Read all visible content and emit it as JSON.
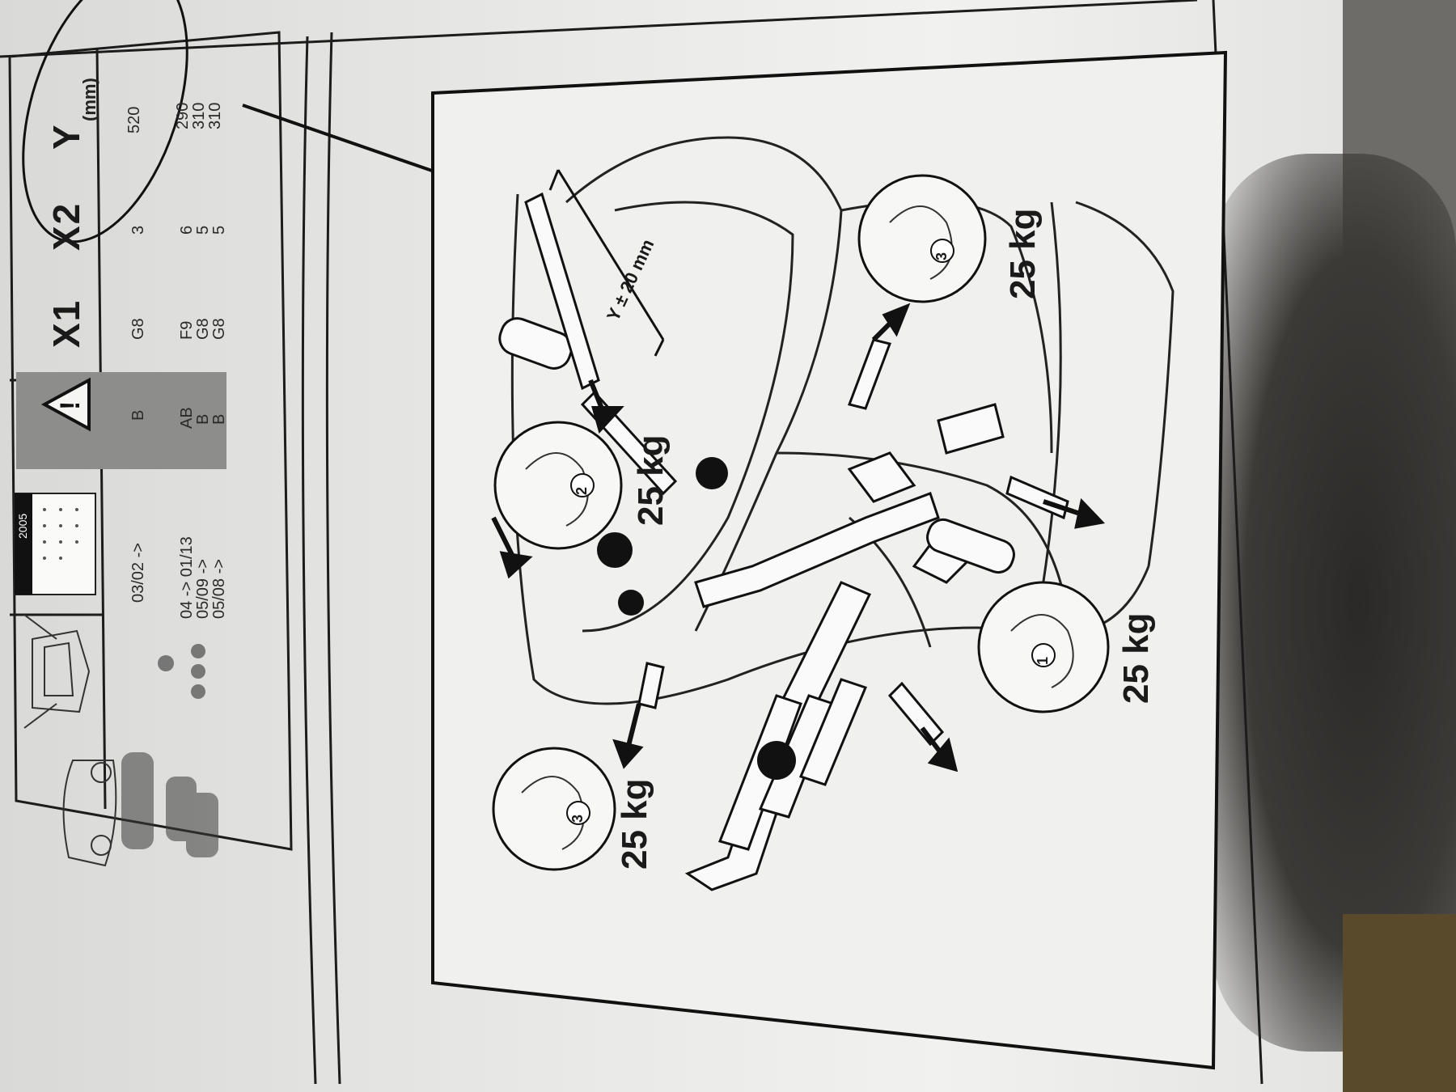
{
  "table": {
    "headers": {
      "x1": "X1",
      "x2": "X2",
      "y": "Y",
      "y_unit": "(mm)"
    },
    "calendar_year": "2005",
    "rows": [
      {
        "date": "03/02 ->",
        "code": "B",
        "x1": "G8",
        "x2": "3",
        "y": "520"
      },
      {
        "date": "04 -> 01/13",
        "code": "AB",
        "x1": "F9",
        "x2": "6",
        "y": "290"
      },
      {
        "date": "05/09 ->",
        "code": "B",
        "x1": "G8",
        "x2": "5",
        "y": "310"
      },
      {
        "date": "05/08 ->",
        "code": "B",
        "x1": "G8",
        "x2": "5",
        "y": "310"
      }
    ]
  },
  "diagram": {
    "measure_label": "Y ± 20 mm",
    "straps": [
      {
        "number": "1",
        "load": "25 kg"
      },
      {
        "number": "2",
        "load": "25 kg"
      },
      {
        "number": "3",
        "load": "25 kg"
      },
      {
        "number": "3",
        "load": "25 kg"
      }
    ]
  },
  "colors": {
    "ink": "#1a1a1a",
    "paper": "#ececea",
    "warning_band": "#8a8a88"
  }
}
